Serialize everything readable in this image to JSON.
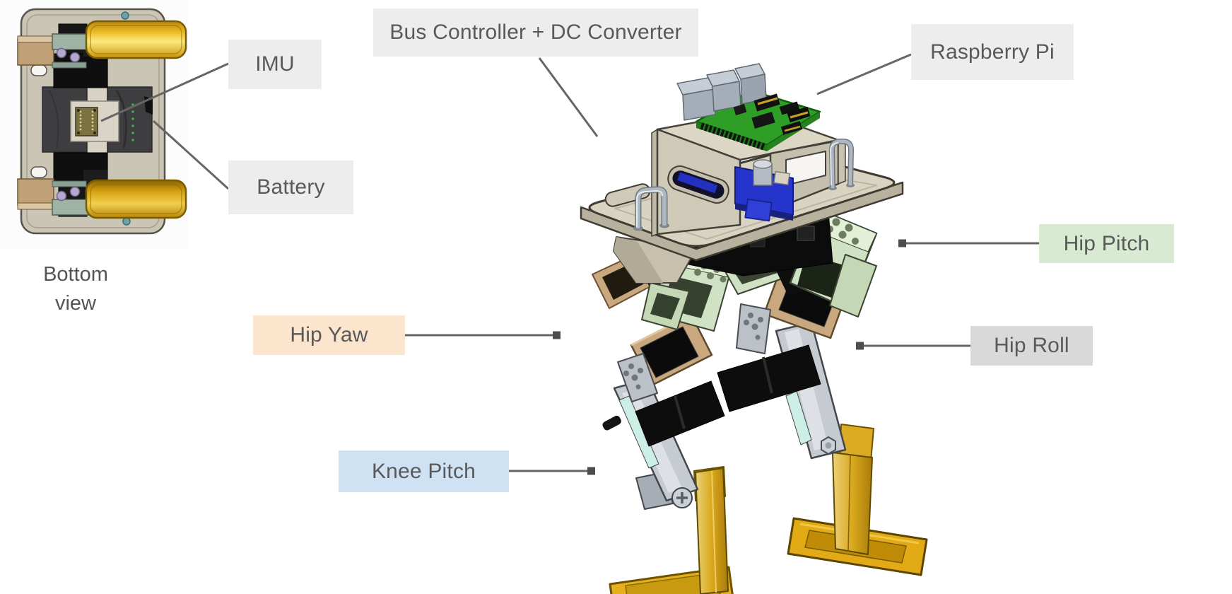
{
  "figure_type": "labeled-robot-diagram",
  "labels": {
    "bus_controller": {
      "text": "Bus Controller + DC Converter",
      "bg": "#ededed"
    },
    "raspberry_pi": {
      "text": "Raspberry Pi",
      "bg": "#ededed"
    },
    "imu": {
      "text": "IMU",
      "bg": "#ededed"
    },
    "battery": {
      "text": "Battery",
      "bg": "#ededed"
    },
    "hip_pitch": {
      "text": "Hip Pitch",
      "bg": "#d9ead3"
    },
    "hip_yaw": {
      "text": "Hip Yaw",
      "bg": "#fce5cd"
    },
    "hip_roll": {
      "text": "Hip Roll",
      "bg": "#d9d9d9"
    },
    "knee_pitch": {
      "text": "Knee Pitch",
      "bg": "#cfe2f3"
    }
  },
  "caption": {
    "line1": "Bottom",
    "line2": "view"
  },
  "style": {
    "label_text_color": "#595959",
    "leader_line_color": "#666666",
    "marker_color": "#4d4d4d",
    "background": "#ffffff"
  }
}
